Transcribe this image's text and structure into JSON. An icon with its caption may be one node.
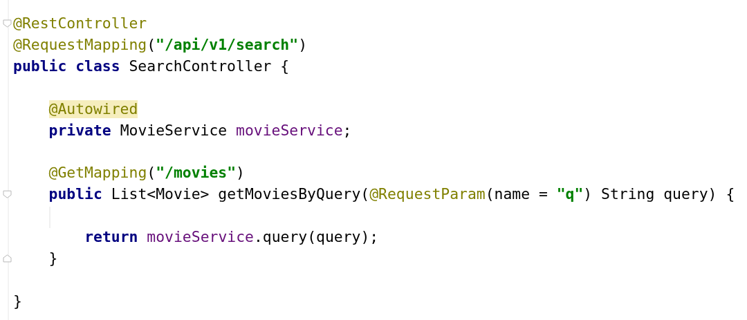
{
  "diagram": {
    "labels": [
      "@RestController",
      "@RequestMapping(**\"/api/v1/search\"**)",
      "**public class** SearchController {",
      "@Autowired",
      "**private** MovieService movieService;",
      "@GetMapping(**\"/movies\"**)",
      "**public** List<Movie> getMoviesByQuery(@RequestParam(name = **\"q\"**) String query) {",
      "**return** movieService.query(query);",
      "}",
      "}"
    ]
  }
}
